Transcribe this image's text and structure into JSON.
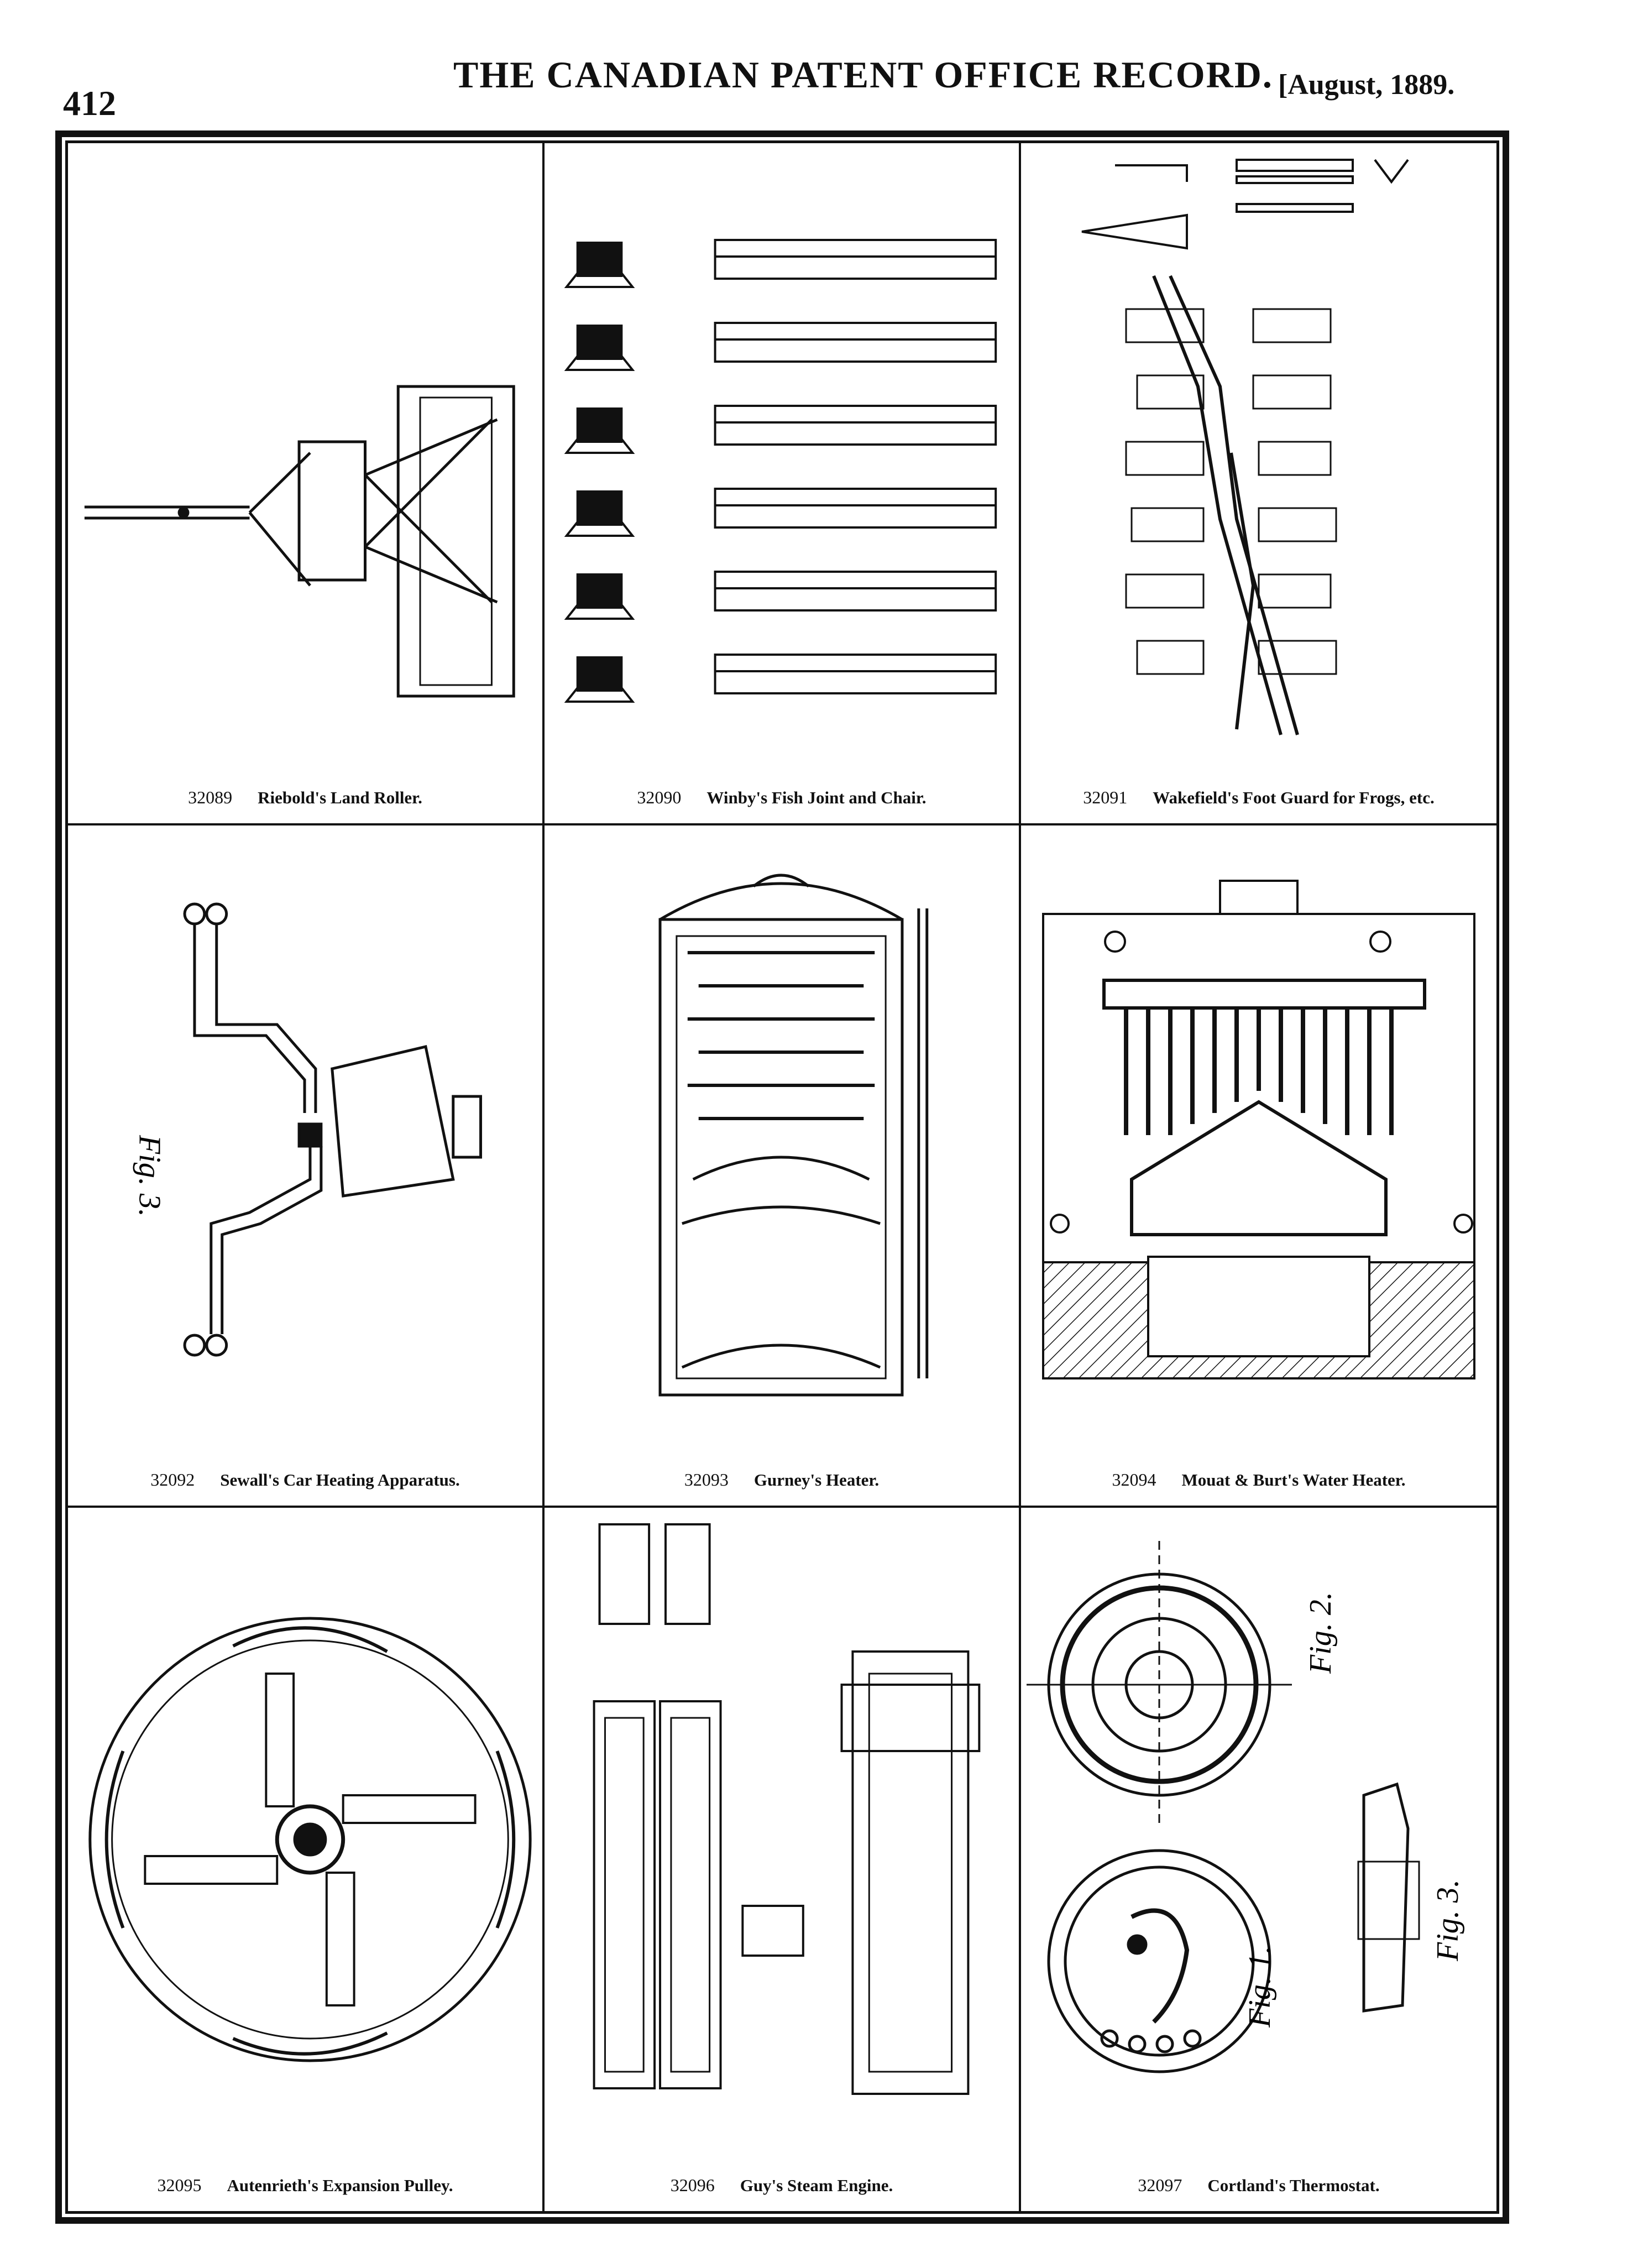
{
  "header": {
    "page_number": "412",
    "title": "THE CANADIAN PATENT OFFICE RECORD.",
    "date": "[August, 1889."
  },
  "patents": [
    {
      "number": "32089",
      "title": "Riebold's Land Roller."
    },
    {
      "number": "32090",
      "title": "Winby's Fish Joint and Chair."
    },
    {
      "number": "32091",
      "title": "Wakefield's Foot Guard for Frogs, etc."
    },
    {
      "number": "32092",
      "title": "Sewall's Car Heating Apparatus."
    },
    {
      "number": "32093",
      "title": "Gurney's Heater."
    },
    {
      "number": "32094",
      "title": "Mouat & Burt's Water Heater."
    },
    {
      "number": "32095",
      "title": "Autenrieth's Expansion Pulley."
    },
    {
      "number": "32096",
      "title": "Guy's Steam Engine."
    },
    {
      "number": "32097",
      "title": "Cortland's Thermostat."
    }
  ]
}
